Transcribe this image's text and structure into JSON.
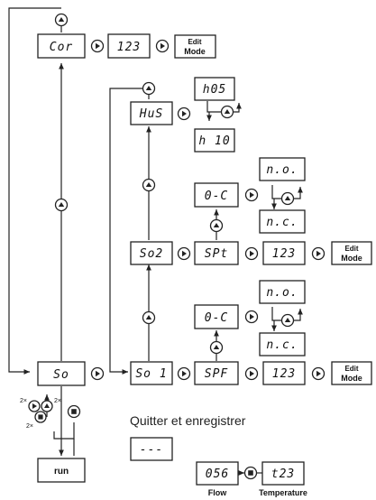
{
  "nodes": {
    "cor": "Cor",
    "cor_value": "123",
    "edit_mode_line1": "Edit",
    "edit_mode_line2": "Mode",
    "hus": "HuS",
    "h05": "h05",
    "h10": "h 10",
    "so2_oc": "0-C",
    "so2_no": "n.o.",
    "so2_nc": "n.c.",
    "so2": "So2",
    "spt": "SPt",
    "so2_value": "123",
    "so1_oc": "0-C",
    "so1_no": "n.o.",
    "so1_nc": "n.c.",
    "so": "So",
    "so1": "So 1",
    "spf": "SPF",
    "so1_value": "123",
    "run": "run",
    "dashes": "---",
    "flow_value": "056",
    "temp_value": "t23"
  },
  "labels": {
    "quit_save": "Quitter et enregistrer",
    "flow": "Flow",
    "temperature": "Temperature",
    "times2": "2×"
  },
  "icons": {
    "up": "up-arrow-circle-icon",
    "right": "right-arrow-circle-icon",
    "stop": "stop-square-circle-icon"
  }
}
